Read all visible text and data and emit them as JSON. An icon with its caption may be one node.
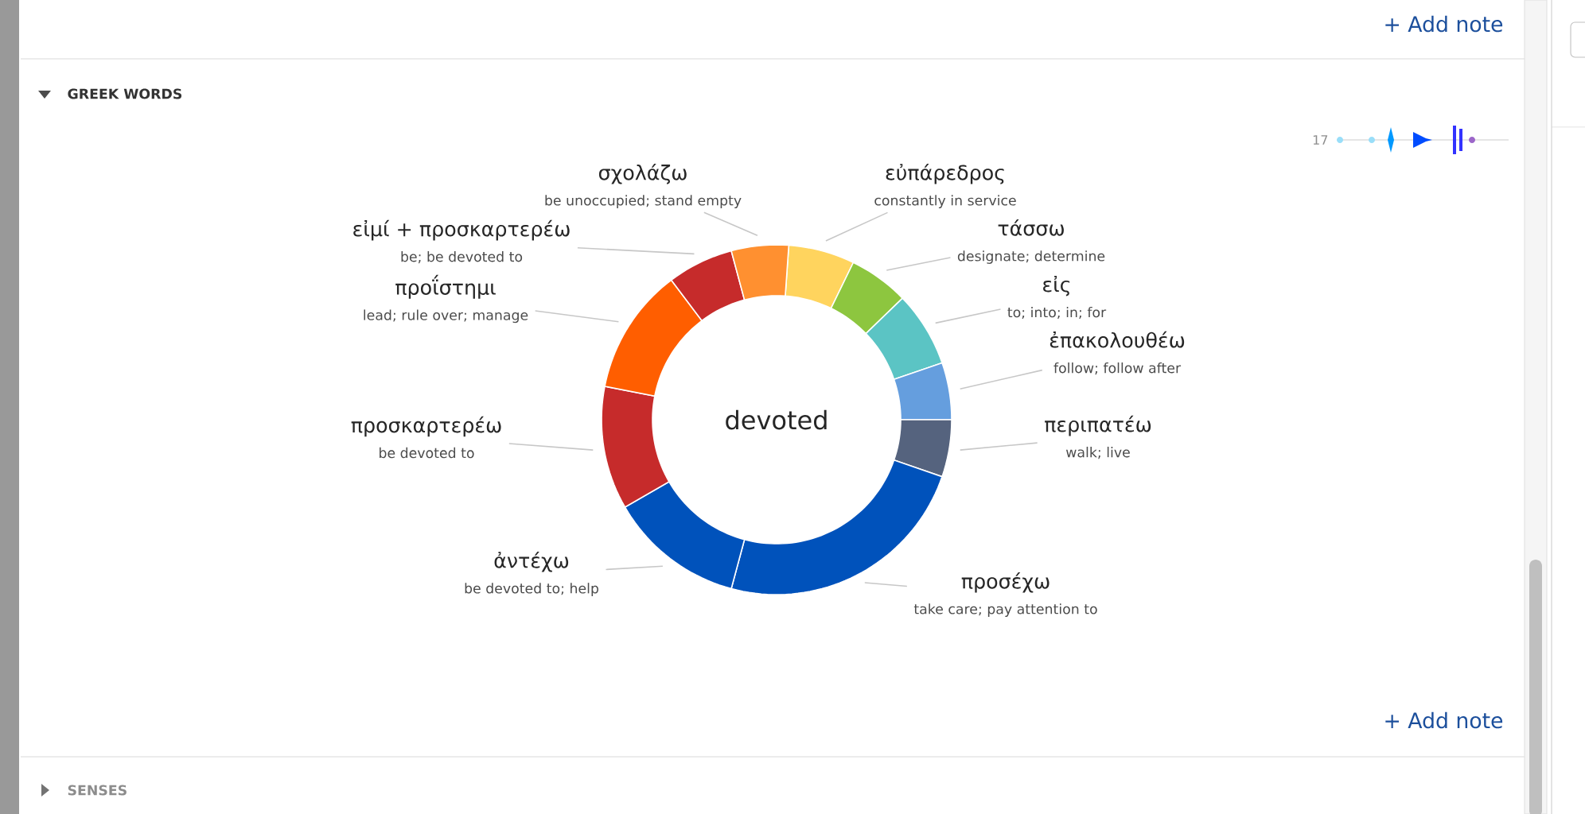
{
  "diagram": {
    "nodes": [
      {
        "text": [
          "σχολάζω",
          "be unoccupied; stand empty"
        ]
      },
      {
        "text": [
          "εὐπάρεδρος",
          "constantly in service"
        ]
      },
      {
        "text": [
          "τάσσω",
          "designate; determine"
        ]
      },
      {
        "text": [
          "εἰμί + προσκαρτερέω",
          "be; be devoted to"
        ]
      },
      {
        "text": [
          "προΐστημι",
          "lead; rule over; manage"
        ]
      },
      {
        "text": [
          "εἰς",
          "to; into; in; for"
        ]
      },
      {
        "text": [
          "ἐπακολουθέω",
          "follow; follow after"
        ]
      },
      {
        "text": [
          "προσκαρτερέω",
          "be devoted to"
        ]
      },
      {
        "text": [
          "περιπατέω",
          "walk; live"
        ]
      },
      {
        "text": [
          "ἀντέχω",
          "be devoted to; help"
        ]
      },
      {
        "text": [
          "προσέχω",
          "take care; pay attention to"
        ]
      },
      {
        "text": [],
        "shape": "picture"
      },
      {
        "text": [],
        "shape": "picture"
      },
      {
        "text": [],
        "shape": "picture"
      },
      {
        "text": [],
        "shape": "picture"
      },
      {
        "text": [],
        "shape": "picture"
      },
      {
        "text": [],
        "shape": "picture"
      },
      {
        "text": [],
        "shape": "picture"
      },
      {
        "text": [],
        "shape": "picture"
      },
      {
        "text": [],
        "shape": "picture"
      },
      {
        "text": [],
        "shape": "picture"
      },
      {
        "text": [],
        "shape": "picture"
      }
    ],
    "edges": [
      {
        "from": 0,
        "to": 21,
        "arrow": "none"
      },
      {
        "from": 1,
        "to": 11,
        "arrow": "none"
      },
      {
        "from": 2,
        "to": 12,
        "arrow": "none"
      },
      {
        "from": 3,
        "to": 20,
        "arrow": "none"
      },
      {
        "from": 4,
        "to": 19,
        "arrow": "none"
      },
      {
        "from": 5,
        "to": 13,
        "arrow": "none"
      },
      {
        "from": 6,
        "to": 14,
        "arrow": "none"
      },
      {
        "from": 7,
        "to": 18,
        "arrow": "none"
      },
      {
        "from": 8,
        "to": 15,
        "arrow": "none"
      },
      {
        "from": 9,
        "to": 17,
        "arrow": "none"
      },
      {
        "from": 10,
        "to": 16,
        "arrow": "none"
      }
    ],
    "labels": [
      "+ Add note",
      "GREEK WORDS",
      "17",
      "devoted",
      "+ Add note",
      "SENSES"
    ]
  }
}
